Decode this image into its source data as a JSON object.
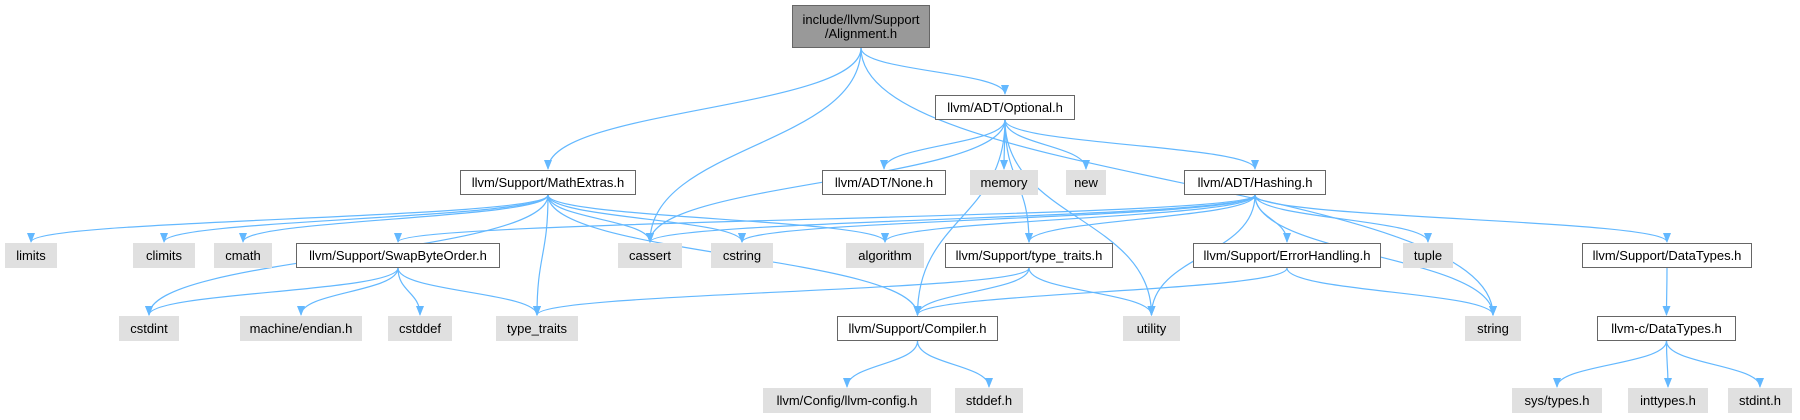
{
  "graph": {
    "colors": {
      "edge": "#63b8ff",
      "root_fill": "#999999",
      "internal_fill": "#ffffff",
      "system_fill": "#e0e0e0",
      "border": "#666666"
    },
    "nodes": [
      {
        "id": "root",
        "label": "include/llvm/Support\n/Alignment.h",
        "kind": "root"
      },
      {
        "id": "optional",
        "label": "llvm/ADT/Optional.h",
        "kind": "internal"
      },
      {
        "id": "mathextras",
        "label": "llvm/Support/MathExtras.h",
        "kind": "internal"
      },
      {
        "id": "none",
        "label": "llvm/ADT/None.h",
        "kind": "internal"
      },
      {
        "id": "memory",
        "label": "memory",
        "kind": "system"
      },
      {
        "id": "new",
        "label": "new",
        "kind": "system"
      },
      {
        "id": "hashing",
        "label": "llvm/ADT/Hashing.h",
        "kind": "internal"
      },
      {
        "id": "limits",
        "label": "limits",
        "kind": "system"
      },
      {
        "id": "climits",
        "label": "climits",
        "kind": "system"
      },
      {
        "id": "cmath",
        "label": "cmath",
        "kind": "system"
      },
      {
        "id": "swap",
        "label": "llvm/Support/SwapByteOrder.h",
        "kind": "internal"
      },
      {
        "id": "cassert",
        "label": "cassert",
        "kind": "system"
      },
      {
        "id": "cstring",
        "label": "cstring",
        "kind": "system"
      },
      {
        "id": "algorithm",
        "label": "algorithm",
        "kind": "system"
      },
      {
        "id": "typetraits_h",
        "label": "llvm/Support/type_traits.h",
        "kind": "internal"
      },
      {
        "id": "errorhandling",
        "label": "llvm/Support/ErrorHandling.h",
        "kind": "internal"
      },
      {
        "id": "tuple",
        "label": "tuple",
        "kind": "system"
      },
      {
        "id": "datatypes",
        "label": "llvm/Support/DataTypes.h",
        "kind": "internal"
      },
      {
        "id": "cstdint",
        "label": "cstdint",
        "kind": "system"
      },
      {
        "id": "endian",
        "label": "machine/endian.h",
        "kind": "system"
      },
      {
        "id": "cstddef",
        "label": "cstddef",
        "kind": "system"
      },
      {
        "id": "type_traits",
        "label": "type_traits",
        "kind": "system"
      },
      {
        "id": "compiler",
        "label": "llvm/Support/Compiler.h",
        "kind": "internal"
      },
      {
        "id": "utility",
        "label": "utility",
        "kind": "system"
      },
      {
        "id": "string",
        "label": "string",
        "kind": "system"
      },
      {
        "id": "cdatatypes",
        "label": "llvm-c/DataTypes.h",
        "kind": "internal"
      },
      {
        "id": "config",
        "label": "llvm/Config/llvm-config.h",
        "kind": "system"
      },
      {
        "id": "stddef",
        "label": "stddef.h",
        "kind": "system"
      },
      {
        "id": "systypes",
        "label": "sys/types.h",
        "kind": "system"
      },
      {
        "id": "inttypes",
        "label": "inttypes.h",
        "kind": "system"
      },
      {
        "id": "stdint",
        "label": "stdint.h",
        "kind": "system"
      }
    ],
    "edges": [
      [
        "root",
        "optional"
      ],
      [
        "root",
        "mathextras"
      ],
      [
        "root",
        "cassert"
      ],
      [
        "root",
        "string"
      ],
      [
        "optional",
        "none"
      ],
      [
        "optional",
        "memory"
      ],
      [
        "optional",
        "new"
      ],
      [
        "optional",
        "hashing"
      ],
      [
        "optional",
        "cassert"
      ],
      [
        "optional",
        "typetraits_h"
      ],
      [
        "optional",
        "compiler"
      ],
      [
        "optional",
        "utility"
      ],
      [
        "mathextras",
        "limits"
      ],
      [
        "mathextras",
        "climits"
      ],
      [
        "mathextras",
        "cmath"
      ],
      [
        "mathextras",
        "cstdint"
      ],
      [
        "mathextras",
        "cassert"
      ],
      [
        "mathextras",
        "cstring"
      ],
      [
        "mathextras",
        "algorithm"
      ],
      [
        "mathextras",
        "type_traits"
      ],
      [
        "mathextras",
        "compiler"
      ],
      [
        "hashing",
        "swap"
      ],
      [
        "hashing",
        "cassert"
      ],
      [
        "hashing",
        "cstring"
      ],
      [
        "hashing",
        "algorithm"
      ],
      [
        "hashing",
        "typetraits_h"
      ],
      [
        "hashing",
        "errorhandling"
      ],
      [
        "hashing",
        "tuple"
      ],
      [
        "hashing",
        "datatypes"
      ],
      [
        "hashing",
        "utility"
      ],
      [
        "hashing",
        "string"
      ],
      [
        "swap",
        "cstdint"
      ],
      [
        "swap",
        "endian"
      ],
      [
        "swap",
        "cstddef"
      ],
      [
        "swap",
        "type_traits"
      ],
      [
        "typetraits_h",
        "type_traits"
      ],
      [
        "typetraits_h",
        "compiler"
      ],
      [
        "typetraits_h",
        "utility"
      ],
      [
        "errorhandling",
        "compiler"
      ],
      [
        "errorhandling",
        "string"
      ],
      [
        "datatypes",
        "cdatatypes"
      ],
      [
        "compiler",
        "config"
      ],
      [
        "compiler",
        "stddef"
      ],
      [
        "cdatatypes",
        "systypes"
      ],
      [
        "cdatatypes",
        "inttypes"
      ],
      [
        "cdatatypes",
        "stdint"
      ]
    ]
  }
}
